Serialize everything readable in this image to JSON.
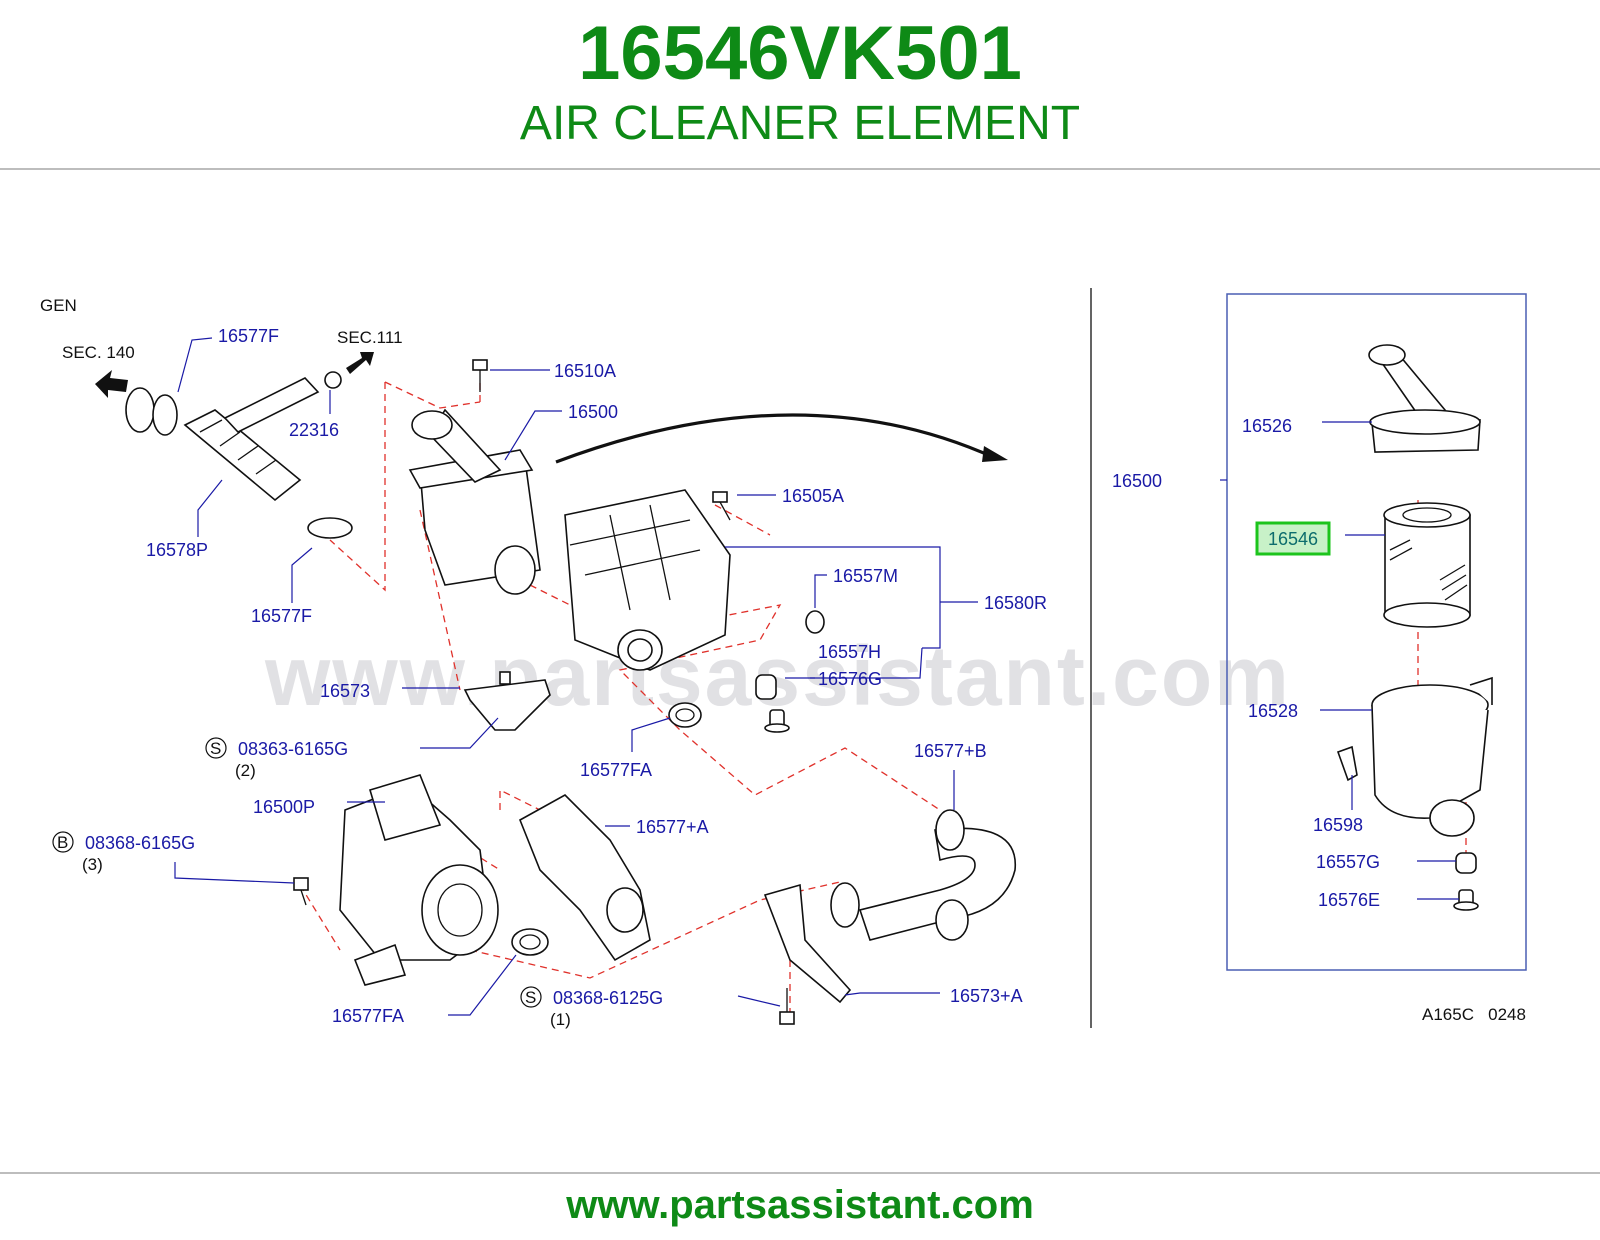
{
  "header": {
    "part_number": "16546VK501",
    "part_name": "AIR CLEANER ELEMENT"
  },
  "footer": {
    "url": "www.partsassistant.com"
  },
  "watermark": "www.partsassistant.com",
  "diagram": {
    "variant": "GEN",
    "code": "A165C   0248",
    "sections": {
      "sec140": "SEC.  140",
      "sec111": "SEC.111"
    },
    "highlight_color": "#1cc41c",
    "accent_color": "#0e8a16",
    "callouts": {
      "c16577F_top": "16577F",
      "c22316": "22316",
      "c16510A": "16510A",
      "c16500": "16500",
      "c16578P": "16578P",
      "c16577F_bottom": "16577F",
      "c16505A": "16505A",
      "c16557M": "16557M",
      "c16580R": "16580R",
      "c16557H": "16557H",
      "c16576G": "16576G",
      "c16573": "16573",
      "c08363": "08363-6165G",
      "c08363_qty": "(2)",
      "c08363_symbol": "S",
      "c16577FA_mid": "16577FA",
      "c16577B": "16577+B",
      "c16500P": "16500P",
      "c16577A": "16577+A",
      "c08368_6165": "08368-6165G",
      "c08368_6165_qty": "(3)",
      "c08368_6165_symbol": "B",
      "c16577FA_bottom": "16577FA",
      "c08368_6125": "08368-6125G",
      "c08368_6125_qty": "(1)",
      "c08368_6125_symbol": "S",
      "c16573A": "16573+A"
    },
    "detail": {
      "assembly": "16500",
      "c16526": "16526",
      "c16546": "16546",
      "c16528": "16528",
      "c16598": "16598",
      "c16557G": "16557G",
      "c16576E": "16576E"
    }
  }
}
